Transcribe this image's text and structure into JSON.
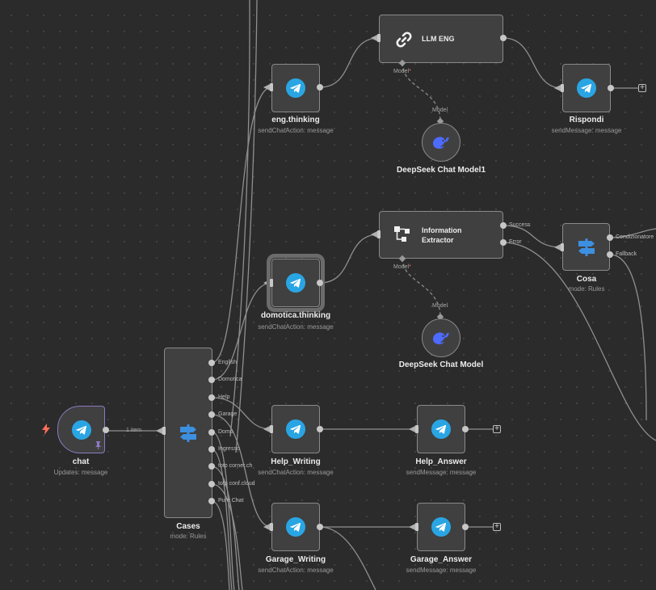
{
  "canvas": {
    "background": "#2b2b2b"
  },
  "colors": {
    "telegram": "#2aa5e4",
    "switch": "#3d8fe0",
    "deepseek": "#4d6bfe",
    "trigger_border": "#8b7ac2",
    "required": "#ff6d5a",
    "bolt": "#ff6d5a",
    "pin": "#8b7ac2"
  },
  "nodes": {
    "chat": {
      "title": "chat",
      "subtitle": "Updates: message",
      "icon": "telegram-icon"
    },
    "cases": {
      "title": "Cases",
      "subtitle": "mode: Rules",
      "icon": "switch-icon",
      "outputs": [
        "English",
        "Domotica",
        "Help",
        "Garage",
        "Domo",
        "Ingresso",
        "totp corner.ch",
        "totp conf.cloud",
        "Pure Chat"
      ]
    },
    "eng_thinking": {
      "title": "eng.thinking",
      "subtitle": "sendChatAction: message",
      "icon": "telegram-icon"
    },
    "llm_eng": {
      "title": "LLM ENG",
      "icon": "link-icon",
      "model_label": "Model"
    },
    "rispondi": {
      "title": "Rispondi",
      "subtitle": "sendMessage: message",
      "icon": "telegram-icon"
    },
    "deepseek1": {
      "title": "DeepSeek Chat Model1",
      "input_label": "Model",
      "icon": "deepseek-icon"
    },
    "domotica_thinking": {
      "title": "domotica.thinking",
      "subtitle": "sendChatAction: message",
      "icon": "telegram-icon"
    },
    "info_extractor": {
      "title": "Information Extractor",
      "outputs": [
        "Success",
        "Error"
      ],
      "model_label": "Model",
      "icon": "extractor-icon"
    },
    "cosa": {
      "title": "Cosa",
      "subtitle": "mode: Rules",
      "outputs": [
        "Condizionatore",
        "Fallback"
      ],
      "icon": "switch-icon"
    },
    "deepseek": {
      "title": "DeepSeek Chat Model",
      "input_label": "Model",
      "icon": "deepseek-icon"
    },
    "help_writing": {
      "title": "Help_Writing",
      "subtitle": "sendChatAction: message",
      "icon": "telegram-icon"
    },
    "help_answer": {
      "title": "Help_Answer",
      "subtitle": "sendMessage: message",
      "icon": "telegram-icon"
    },
    "garage_writing": {
      "title": "Garage_Writing",
      "subtitle": "sendChatAction: message",
      "icon": "telegram-icon"
    },
    "garage_answer": {
      "title": "Garage_Answer",
      "subtitle": "sendMessage: message",
      "icon": "telegram-icon"
    }
  },
  "edges": {
    "chat_to_cases": "1 item"
  },
  "required_mark": "*",
  "add_symbol": "+"
}
